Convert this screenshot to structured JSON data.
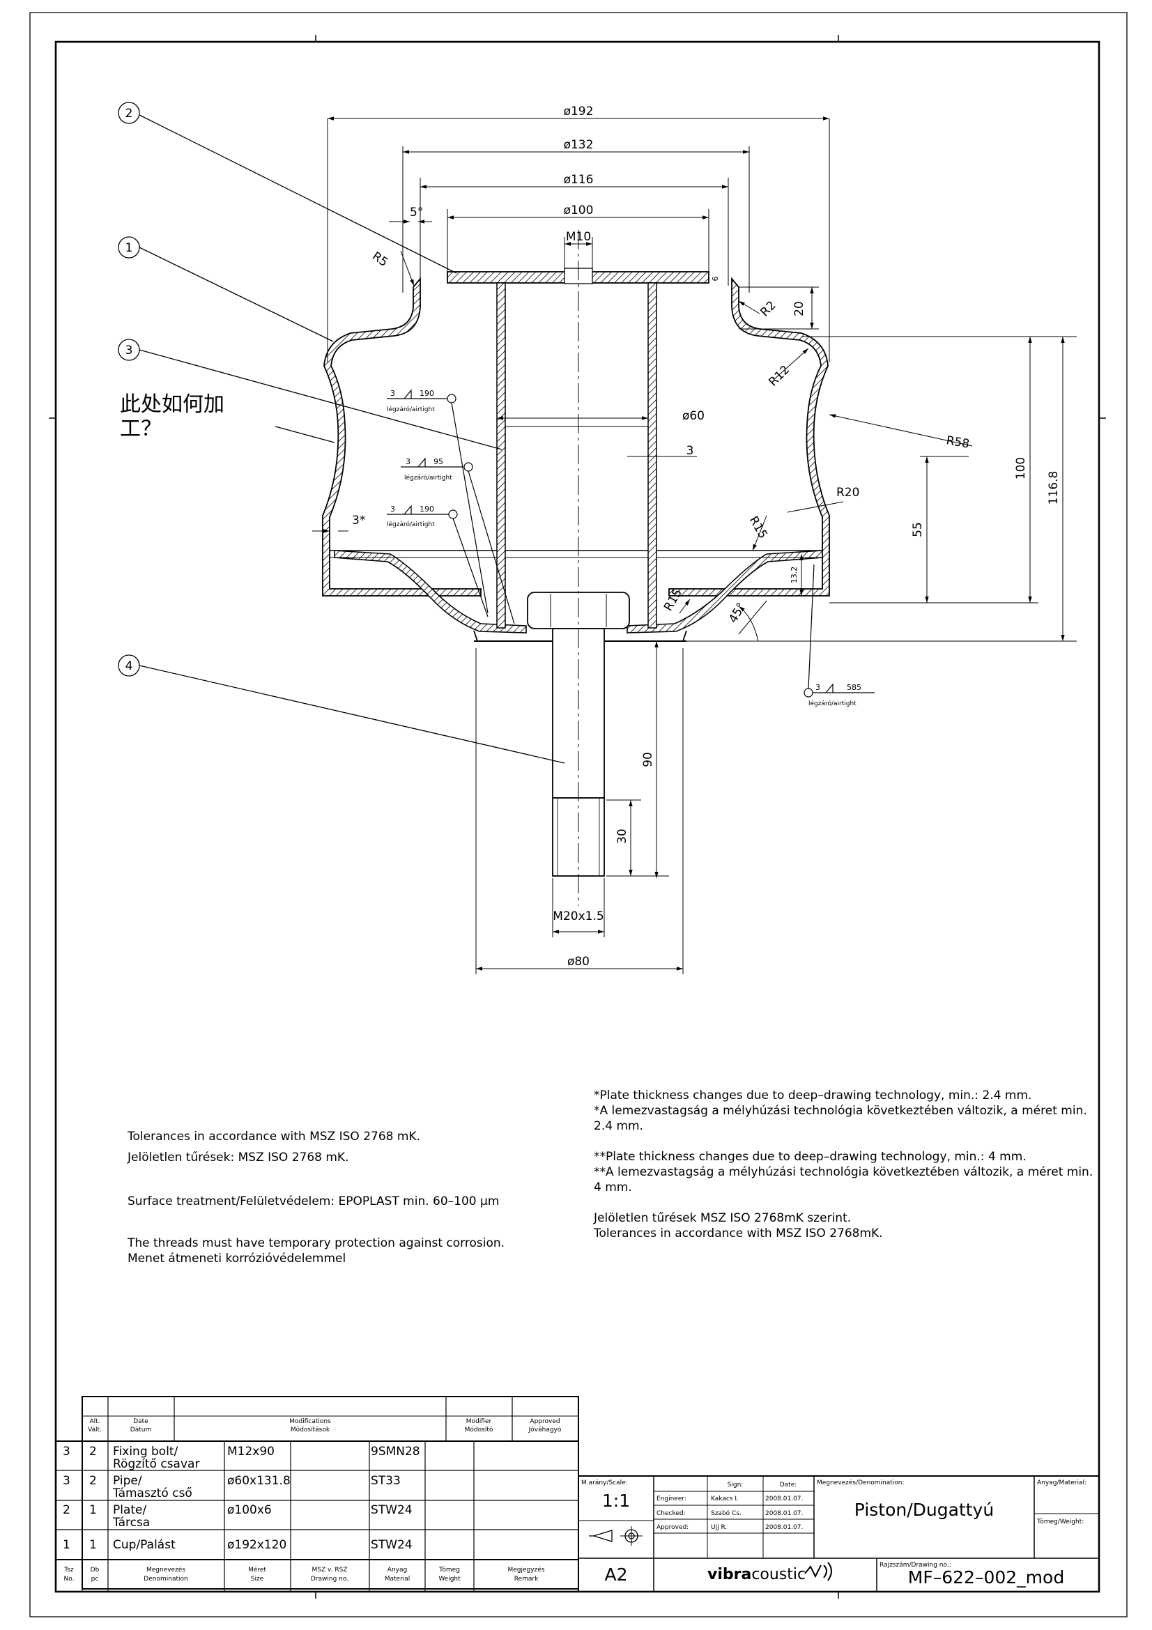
{
  "balloons": [
    "2",
    "1",
    "3",
    "4"
  ],
  "question_note": [
    "此处如何加",
    "工？"
  ],
  "dimensions": {
    "d192": "ø192",
    "d132": "ø132",
    "d116": "ø116",
    "d100": "ø100",
    "m10": "M10",
    "d60": "ø60",
    "d80": "ø80",
    "m20": "M20x1.5",
    "five_deg": "5°",
    "r5": "R5",
    "six": "6",
    "r2": "R2",
    "twenty": "20",
    "r12": "R12",
    "r58": "R58",
    "r20": "R20",
    "r15a": "R15",
    "r15b": "R15",
    "three": "3",
    "three_star": "3*",
    "thirteen": "13.2",
    "forty_five": "45°",
    "fifty_five": "55",
    "hundred": "100",
    "h116": "116.8",
    "ninety": "90",
    "thirty": "30"
  },
  "welds": [
    {
      "size": "3",
      "len": "190",
      "label": "légzáró/airtight"
    },
    {
      "size": "3",
      "len": "95",
      "label": "légzáró/airtight"
    },
    {
      "size": "3",
      "len": "190",
      "label": "légzáró/airtight"
    },
    {
      "size": "3",
      "len": "585",
      "label": "légzáró/airtight"
    }
  ],
  "notes_left": [
    "Tolerances in accordance with MSZ ISO 2768 mK.",
    "Jelöletlen tűrések: MSZ ISO 2768 mK.",
    "Surface treatment/Felületvédelem: EPOPLAST min. 60–100 µm",
    "The threads must have temporary protection against corrosion.",
    "Menet átmeneti korrózióvédelemmel"
  ],
  "notes_right": [
    "*Plate thickness changes due to deep–drawing technology, min.: 2.4 mm.",
    "*A lemezvastagság a mélyhúzási technológia következtében változik, a méret min.",
    "2.4 mm.",
    "**Plate thickness changes due to deep–drawing technology, min.: 4 mm.",
    "**A lemezvastagság a mélyhúzási technológia következtében változik, a méret min.",
    "4 mm.",
    "Jelöletlen tűrések MSZ ISO 2768mK szerint.",
    "Tolerances in accordance with MSZ ISO 2768mK."
  ],
  "revision_header": {
    "alt": [
      "Alt.",
      "Vált."
    ],
    "date": [
      "Date",
      "Dátum"
    ],
    "mods": [
      "Modifications",
      "Módosítások"
    ],
    "modifier": [
      "Modifier",
      "Módosító"
    ],
    "approved": [
      "Approved",
      "Jóváhagyó"
    ]
  },
  "parts": [
    {
      "no": "3",
      "pc": "2",
      "name": [
        "Fixing bolt/",
        "Rögzítő csavar"
      ],
      "size": "M12x90",
      "material": "9SMN28"
    },
    {
      "no": "3",
      "pc": "2",
      "name": [
        "Pipe/",
        "Támasztó cső"
      ],
      "size": "ø60x131.8",
      "material": "ST33"
    },
    {
      "no": "2",
      "pc": "1",
      "name": [
        "Plate/",
        "Tárcsa"
      ],
      "size": "ø100x6",
      "material": "STW24"
    },
    {
      "no": "1",
      "pc": "1",
      "name": [
        "Cup/Palást"
      ],
      "size": "ø192x120",
      "material": "STW24"
    }
  ],
  "parts_header": {
    "no": [
      "Tsz",
      "No."
    ],
    "pc": [
      "Db",
      "pc"
    ],
    "name": [
      "Megnevezés",
      "Denomination"
    ],
    "size": [
      "Méret",
      "Size"
    ],
    "draw": [
      "MSZ v. RSZ",
      "Drawing no."
    ],
    "mat": [
      "Anyag",
      "Material"
    ],
    "weight": [
      "Tömeg",
      "Weight"
    ],
    "remark": [
      "Megjegyzés",
      "Remark"
    ]
  },
  "title_block": {
    "scale_label": "M.arány/Scale:",
    "scale": "1:1",
    "size": "A2",
    "sign_label": "Sign:",
    "date_label": "Date:",
    "rows": [
      {
        "role": "Engineer:",
        "name": "Kakacs I.",
        "date": "2008.01.07."
      },
      {
        "role": "Checked:",
        "name": "Szabó Cs.",
        "date": "2008.01.07."
      },
      {
        "role": "Approved:",
        "name": "Ujj R.",
        "date": "2008.01.07."
      }
    ],
    "denom_label": "Megnevezés/Denomination:",
    "denomination": "Piston/Dugattyú",
    "material_label": "Anyag/Material:",
    "weight_label": "Tömeg/Weight:",
    "drawing_label": "Rajzszám/Drawing no.:",
    "drawing_no": "MF–622–002_mod",
    "logo_bold": "vibra",
    "logo_rest": "coustic"
  }
}
